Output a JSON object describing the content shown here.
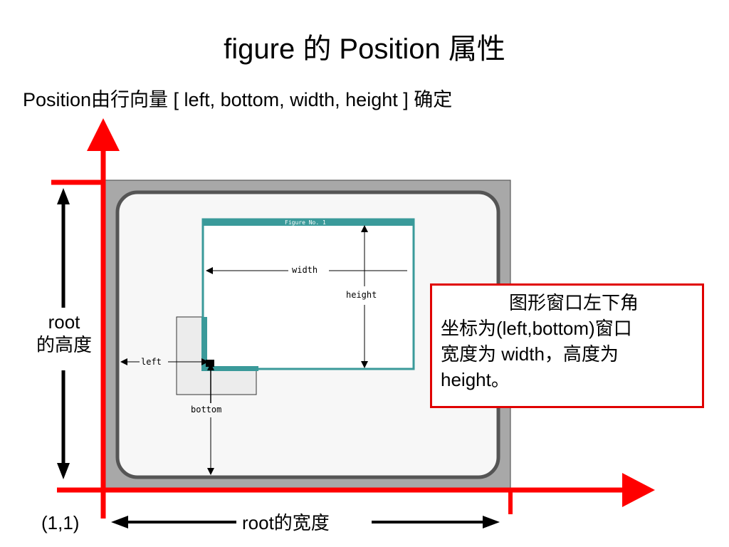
{
  "slide": {
    "title": "figure 的 Position 属性",
    "subtitle": "Position由行向量   [ left, bottom, width, height ]  确定"
  },
  "inner_window": {
    "title": "Figure No. 1",
    "width_label": "width",
    "height_label": "height",
    "left_label": "left",
    "bottom_label": "bottom"
  },
  "axes": {
    "root_height_line1": "root",
    "root_height_line2": "的高度",
    "origin_label": "(1,1)",
    "root_width_label": "root的宽度"
  },
  "callout": {
    "line1": "图形窗口左下角",
    "line2": "坐标为(left,bottom)窗口",
    "line3": "宽度为 width，高度为",
    "line4": "height。"
  },
  "colors": {
    "axis_red": "#ff0000",
    "callout_border": "#e00000",
    "window_teal": "#3a9a9a",
    "screen_gray": "#a8a8a8"
  }
}
